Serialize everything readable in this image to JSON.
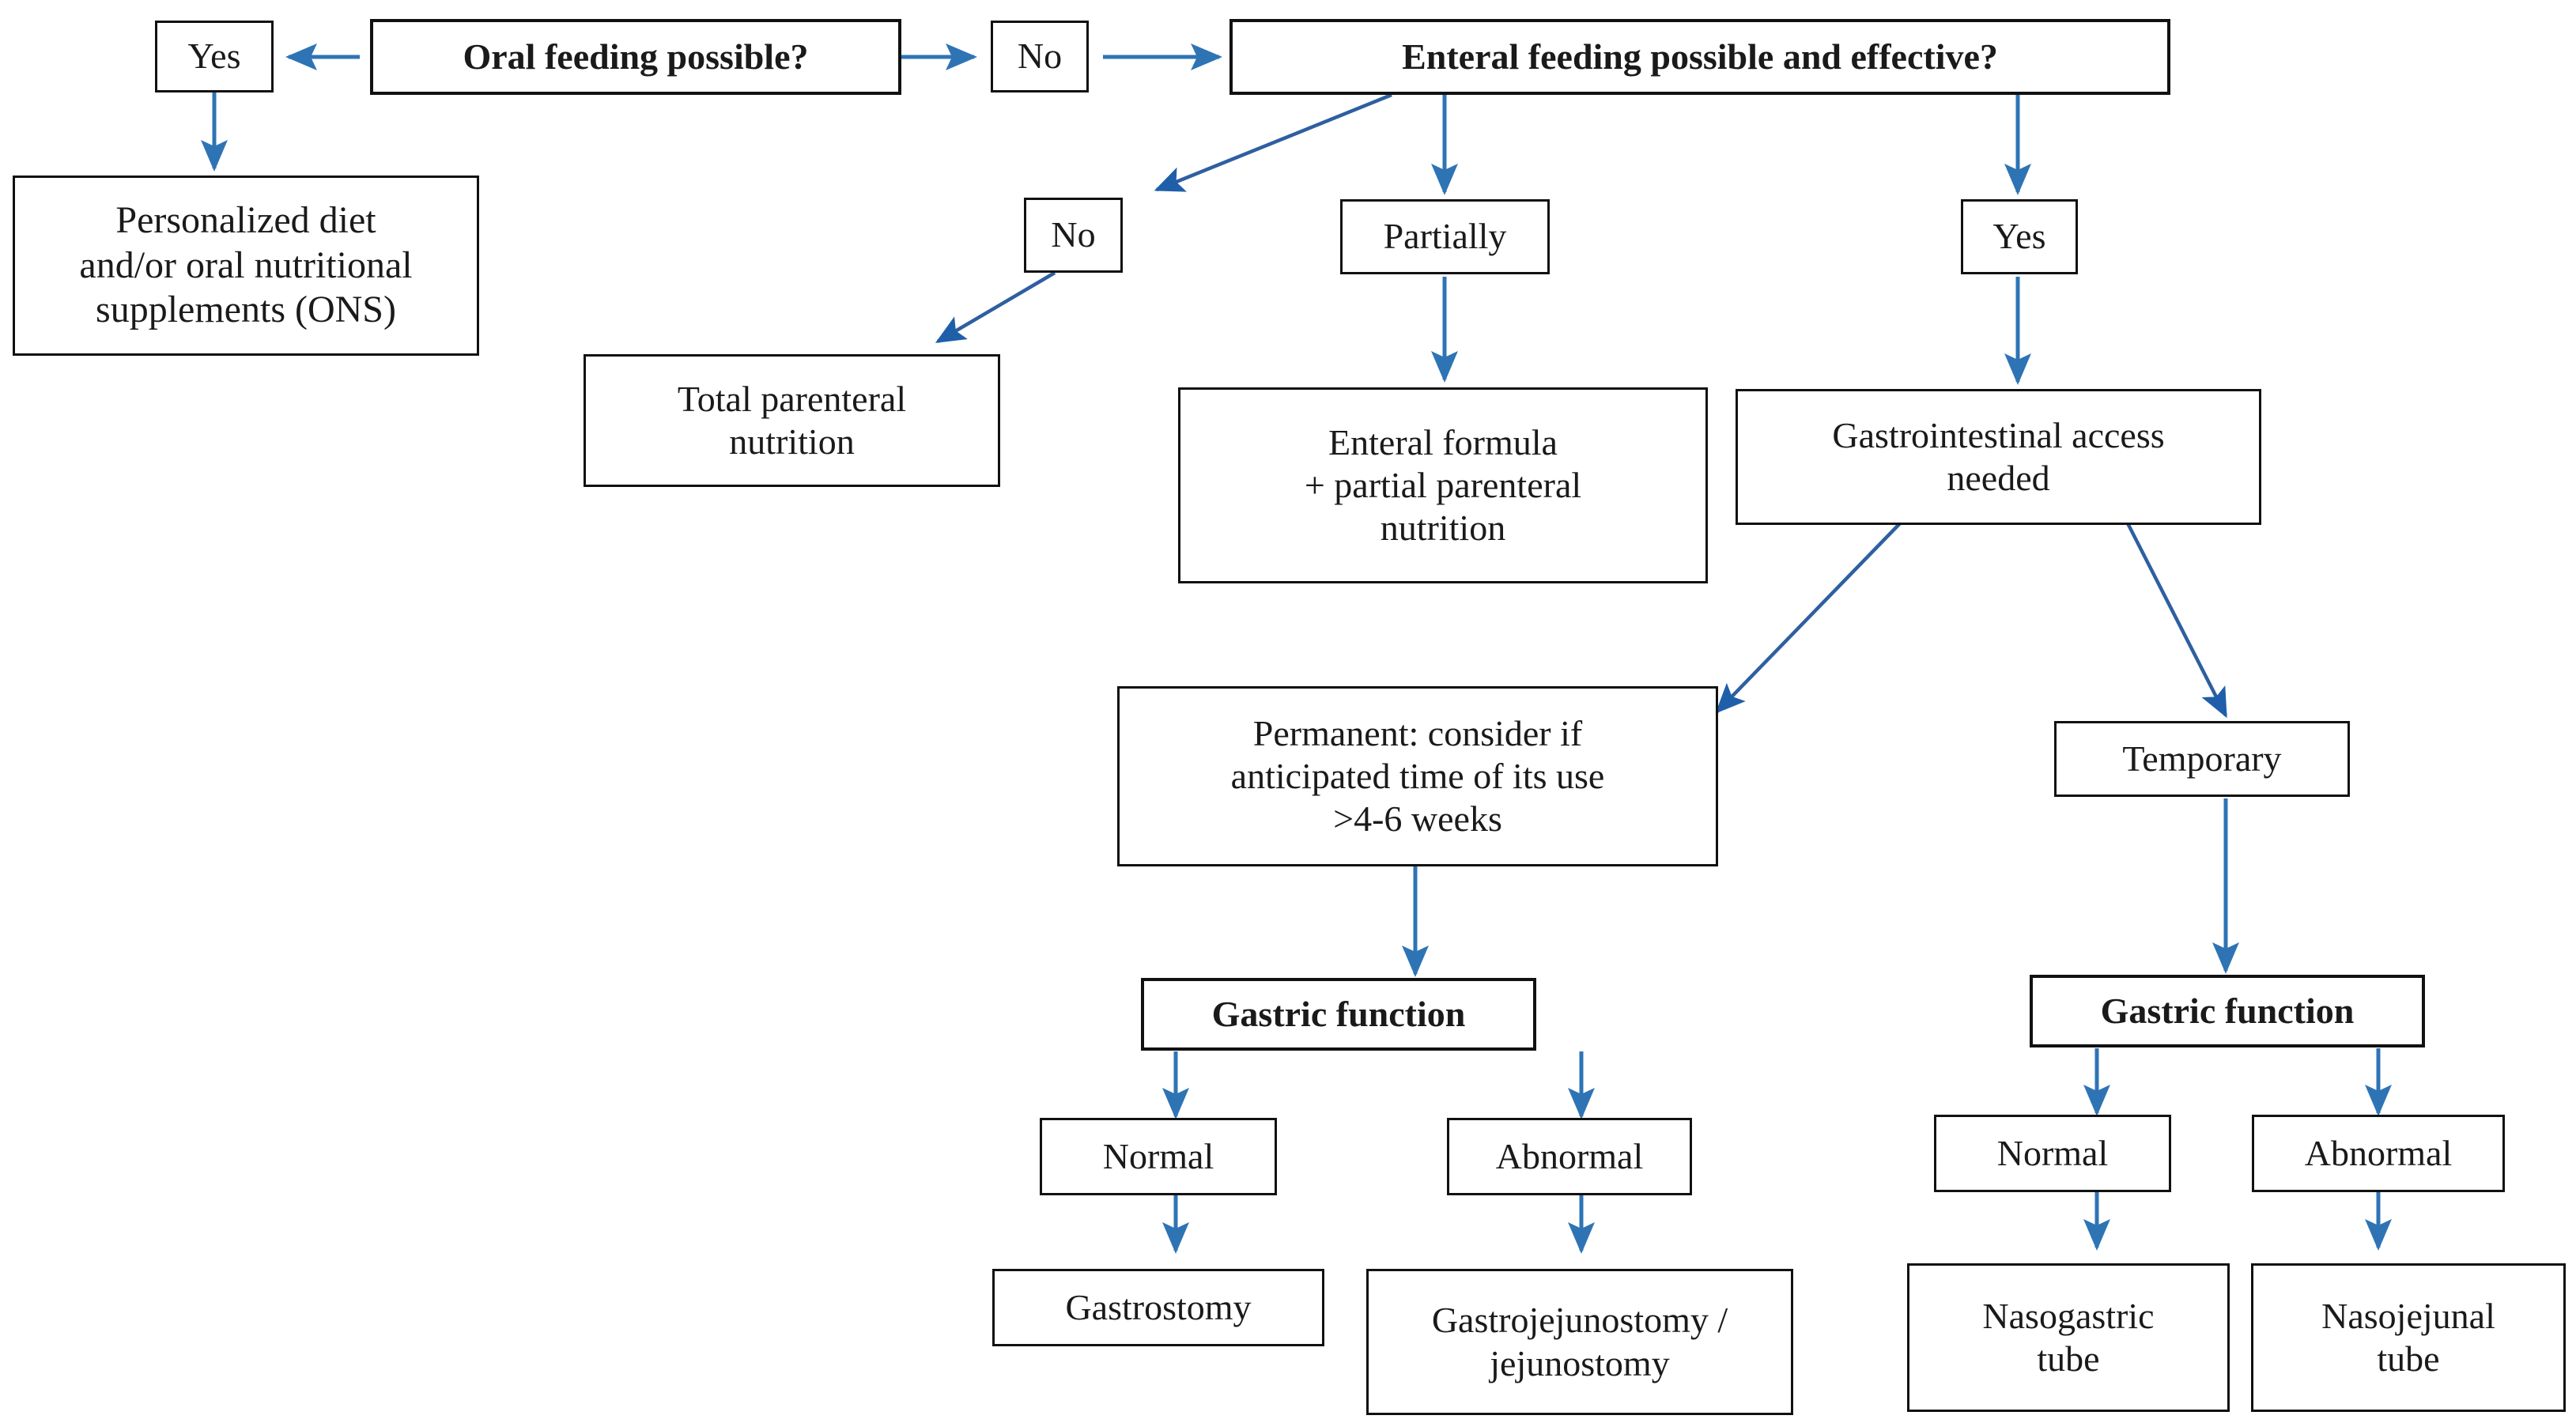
{
  "diagram": {
    "title": "Nutrition support decision flowchart",
    "colors": {
      "box_border": "#111111",
      "box_fill": "#ffffff",
      "text": "#1a1a1a",
      "arrow": "#2E74B5",
      "arrow_dark": "#1F5FA9"
    },
    "nodes": {
      "oral_feeding_possible": "Oral feeding possible?",
      "oral_yes": "Yes",
      "oral_no": "No",
      "personalized_diet": "Personalized diet\nand/or oral nutritional\nsupplements (ONS)",
      "enteral_feeding_possible": "Enteral feeding possible and effective?",
      "enteral_no": "No",
      "enteral_partially": "Partially",
      "enteral_yes": "Yes",
      "total_parenteral_nutrition": "Total parenteral\nnutrition",
      "enteral_formula_partial_pn": "Enteral formula\n+ partial parenteral\nnutrition",
      "gi_access_needed": "Gastrointestinal access\nneeded",
      "permanent_access": "Permanent: consider if\nanticipated time of its use\n>4-6 weeks",
      "temporary_access": "Temporary",
      "gastric_function_left": "Gastric function",
      "gastric_function_right": "Gastric function",
      "left_normal": "Normal",
      "left_abnormal": "Abnormal",
      "right_normal": "Normal",
      "right_abnormal": "Abnormal",
      "gastrostomy": "Gastrostomy",
      "gastrojejunostomy": "Gastrojejunostomy /\njejunostomy",
      "nasogastric_tube": "Nasogastric\ntube",
      "nasojejunal_tube": "Nasojejunal\ntube"
    },
    "edges": [
      {
        "from": "oral_feeding_possible",
        "to": "oral_yes",
        "direction": "left"
      },
      {
        "from": "oral_feeding_possible",
        "to": "oral_no",
        "direction": "right"
      },
      {
        "from": "oral_yes",
        "to": "personalized_diet",
        "direction": "down"
      },
      {
        "from": "oral_no",
        "to": "enteral_feeding_possible",
        "direction": "right"
      },
      {
        "from": "enteral_feeding_possible",
        "to": "enteral_no",
        "direction": "down-left"
      },
      {
        "from": "enteral_feeding_possible",
        "to": "enteral_partially",
        "direction": "down"
      },
      {
        "from": "enteral_feeding_possible",
        "to": "enteral_yes",
        "direction": "down"
      },
      {
        "from": "enteral_no",
        "to": "total_parenteral_nutrition",
        "direction": "down-left"
      },
      {
        "from": "enteral_partially",
        "to": "enteral_formula_partial_pn",
        "direction": "down"
      },
      {
        "from": "enteral_yes",
        "to": "gi_access_needed",
        "direction": "down"
      },
      {
        "from": "gi_access_needed",
        "to": "permanent_access",
        "direction": "down-left"
      },
      {
        "from": "gi_access_needed",
        "to": "temporary_access",
        "direction": "down-right"
      },
      {
        "from": "permanent_access",
        "to": "gastric_function_left",
        "direction": "down"
      },
      {
        "from": "temporary_access",
        "to": "gastric_function_right",
        "direction": "down"
      },
      {
        "from": "gastric_function_left",
        "to": "left_normal",
        "direction": "down"
      },
      {
        "from": "gastric_function_left",
        "to": "left_abnormal",
        "direction": "down"
      },
      {
        "from": "gastric_function_right",
        "to": "right_normal",
        "direction": "down"
      },
      {
        "from": "gastric_function_right",
        "to": "right_abnormal",
        "direction": "down"
      },
      {
        "from": "left_normal",
        "to": "gastrostomy",
        "direction": "down"
      },
      {
        "from": "left_abnormal",
        "to": "gastrojejunostomy",
        "direction": "down"
      },
      {
        "from": "right_normal",
        "to": "nasogastric_tube",
        "direction": "down"
      },
      {
        "from": "right_abnormal",
        "to": "nasojejunal_tube",
        "direction": "down"
      }
    ]
  }
}
